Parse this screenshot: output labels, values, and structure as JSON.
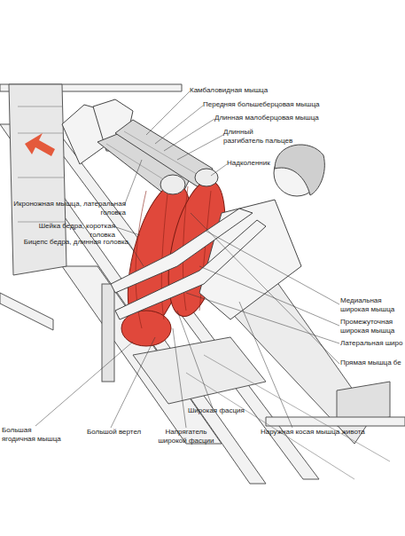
{
  "diagram": {
    "labels": [
      "Камбаловидная мышца",
      "Передняя большеберцовая мышца",
      "Длинная малоберцовая мышца",
      "Длинный разгибатель пальцев",
      "Надколенник",
      "Икроножная мышца, латеральная головка",
      "Шейка бедра, короткая головка",
      "Бицепс бедра, длинная головка",
      "Медиальная широкая мышца",
      "Промежуточная широкая мышца",
      "Латеральная широ",
      "Прямая мышца бе",
      "Большая ягодичная мышца",
      "Большой вертел",
      "Напрягатель широкой фасции",
      "Широкая фасция",
      "Наружная косая мышца живота"
    ]
  }
}
